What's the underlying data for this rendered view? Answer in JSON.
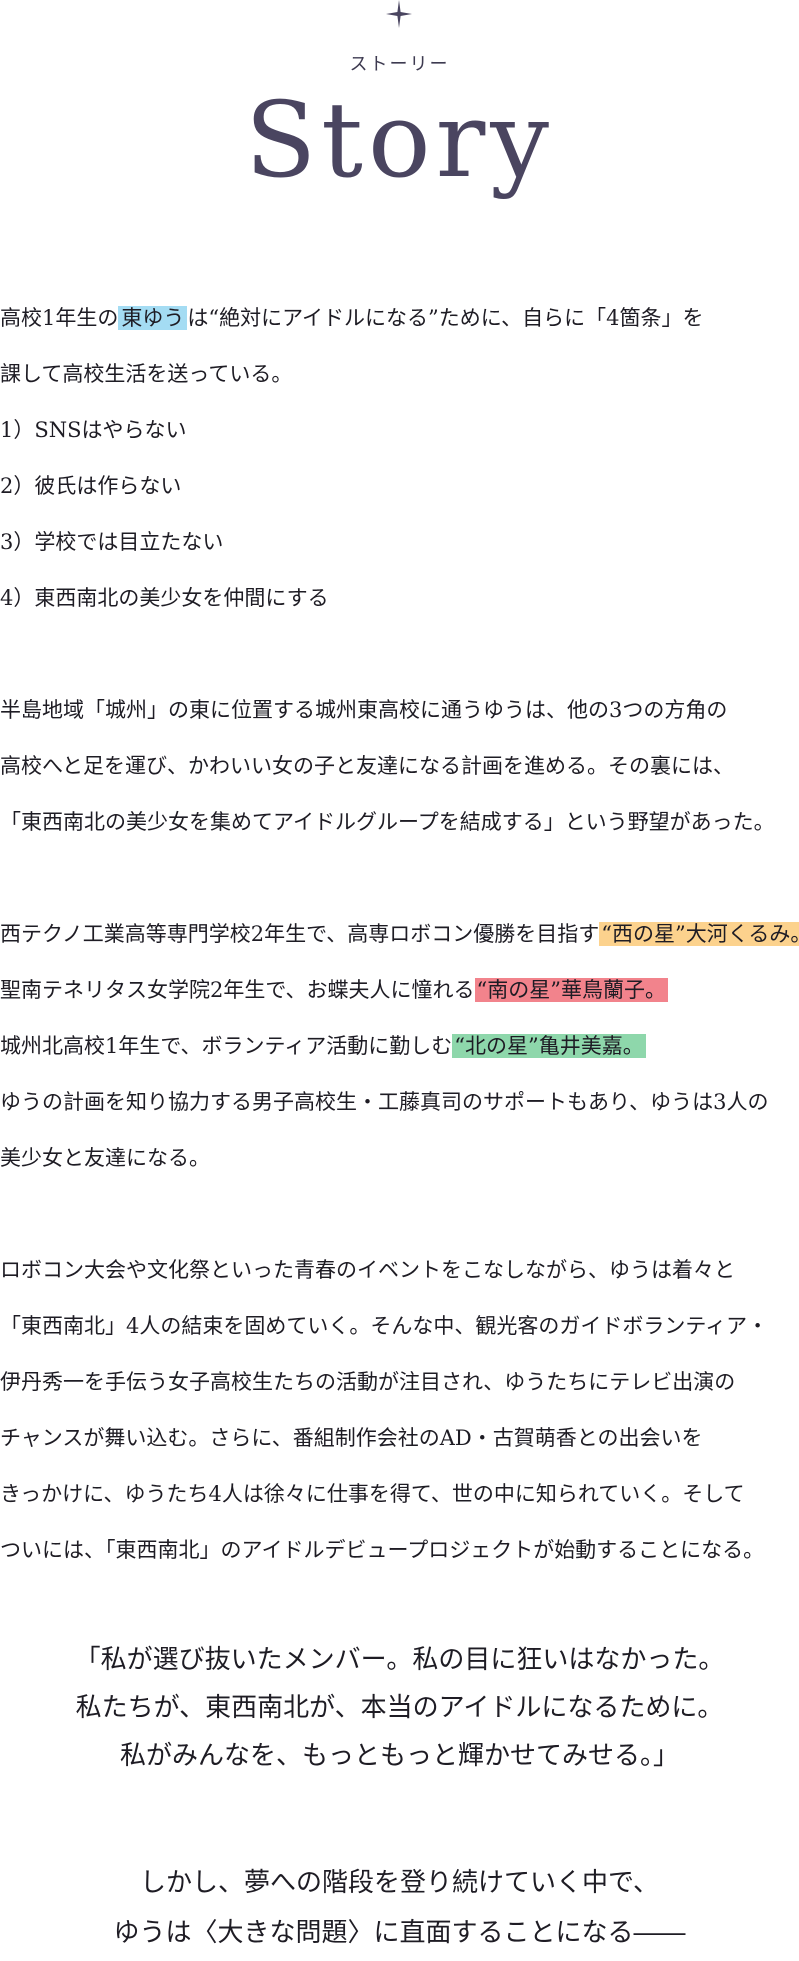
{
  "header": {
    "kana_title": "ストーリー",
    "title": "Story"
  },
  "intro": {
    "l1_pre": "高校1年生の",
    "l1_name": "東ゆう",
    "l1_post": "は“絶対にアイドルになる”ために、自らに「4箇条」を",
    "l2": "課して高校生活を送っている。",
    "rules": [
      "1）SNSはやらない",
      "2）彼氏は作らない",
      "3）学校では目立たない",
      "4）東西南北の美少女を仲間にする"
    ]
  },
  "plan": {
    "lines": [
      "半島地域「城州」の東に位置する城州東高校に通うゆうは、他の3つの方角の",
      "高校へと足を運び、かわいい女の子と友達になる計画を進める。その裏には、",
      "「東西南北の美少女を集めてアイドルグループを結成する」という野望があった。"
    ]
  },
  "members": {
    "west_pre": "西テクノ工業高等専門学校2年生で、高専ロボコン優勝を目指す",
    "west_name": "“西の星”大河くるみ。",
    "south_pre": "聖南テネリタス女学院2年生で、お蝶夫人に憧れる",
    "south_name": "“南の星”華鳥蘭子。",
    "north_pre": "城州北高校1年生で、ボランティア活動に勤しむ",
    "north_name": "“北の星”亀井美嘉。",
    "support_lines": [
      "ゆうの計画を知り協力する男子高校生・工藤真司のサポートもあり、ゆうは3人の",
      "美少女と友達になる。"
    ]
  },
  "events": {
    "lines": [
      "ロボコン大会や文化祭といった青春のイベントをこなしながら、ゆうは着々と",
      "「東西南北」4人の結束を固めていく。そんな中、観光客のガイドボランティア・",
      "伊丹秀一を手伝う女子高校生たちの活動が注目され、ゆうたちにテレビ出演の",
      "チャンスが舞い込む。さらに、番組制作会社のAD・古賀萌香との出会いを",
      "きっかけに、ゆうたち4人は徐々に仕事を得て、世の中に知られていく。そして",
      "ついには、「東西南北」のアイドルデビュープロジェクトが始動することになる。"
    ]
  },
  "quote": {
    "lines": [
      "「私が選び抜いたメンバー。私の目に狂いはなかった。",
      "私たちが、東西南北が、本当のアイドルになるために。",
      "私がみんなを、もっともっと輝かせてみせる。」"
    ]
  },
  "ending": {
    "lines": [
      "しかし、夢への階段を登り続けていく中で、",
      "ゆうは〈大きな問題〉に直面することになる――"
    ]
  },
  "colors": {
    "text": "#1e1c24",
    "title": "#4a4560",
    "east_highlight": "#a4dcf3",
    "west_highlight": "#fcd28d",
    "south_highlight": "#f2838c",
    "north_highlight": "#8ed7ab"
  },
  "icons": {
    "sparkle": "four-point-star-icon"
  }
}
